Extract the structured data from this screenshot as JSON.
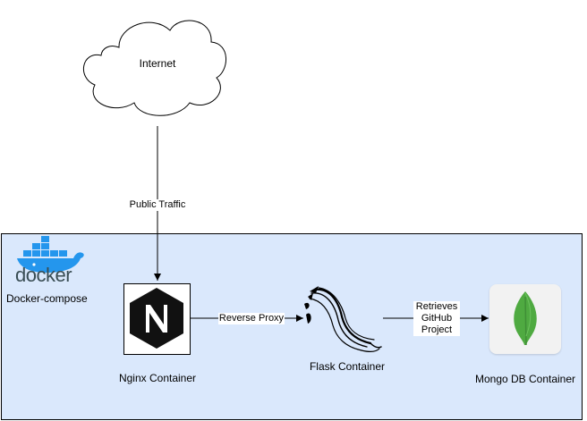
{
  "nodes": {
    "internet": {
      "label": "Internet"
    },
    "docker": {
      "logo_text": "docker",
      "label": "Docker-compose"
    },
    "nginx": {
      "glyph": "N",
      "label": "Nginx Container"
    },
    "flask": {
      "label": "Flask Container"
    },
    "mongo": {
      "label": "Mongo DB Container"
    }
  },
  "edges": {
    "public_traffic": {
      "label": "Public Traffic"
    },
    "reverse_proxy": {
      "label": "Reverse Proxy"
    },
    "retrieves": {
      "line1": "Retrieves",
      "line2": "GitHub",
      "line3": "Project"
    }
  },
  "colors": {
    "compose_fill": "#dae8fc",
    "docker_blue": "#2496ed",
    "nginx_black": "#111111",
    "mongo_green": "#4faa41",
    "mongo_leaf_dark": "#3f8f36"
  }
}
